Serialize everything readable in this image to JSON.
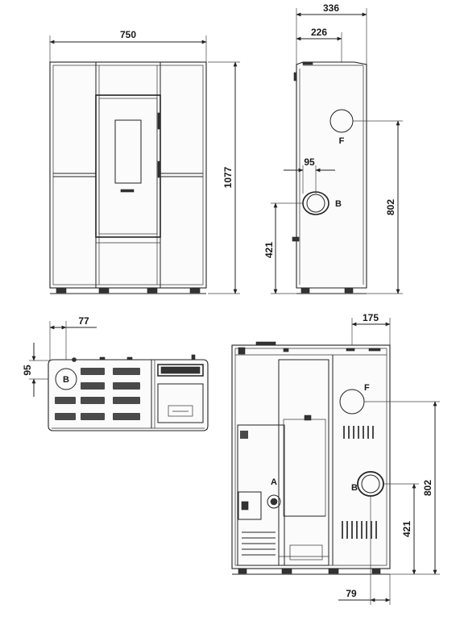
{
  "front_view": {
    "width_label": "750",
    "height_label": "1077"
  },
  "side_view": {
    "depth_label": "336",
    "flue_offset_label": "226",
    "inlet_offset_label": "95",
    "inlet_height_label": "421",
    "flue_height_label": "802",
    "flue_marker": "F",
    "inlet_marker": "B"
  },
  "top_view": {
    "inlet_offset_label": "77",
    "inlet_depth_label": "95",
    "inlet_marker": "B"
  },
  "rear_view": {
    "flue_offset_label": "175",
    "flue_height_label": "802",
    "inlet_height_label": "421",
    "inlet_side_offset_label": "79",
    "flue_marker": "F",
    "inlet_marker": "B",
    "component_marker": "A"
  }
}
